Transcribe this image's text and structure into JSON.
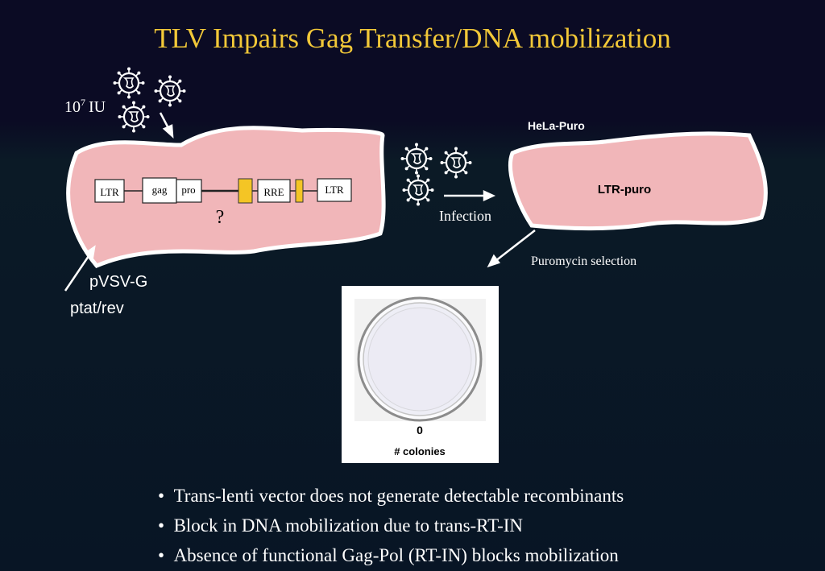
{
  "title": "TLV Impairs Gag Transfer/DNA mobilization",
  "dose": {
    "base": "10",
    "exp": "7",
    "unit": "IU"
  },
  "producer": {
    "construct": [
      "LTR",
      "gag",
      "pro",
      "RRE",
      "LTR"
    ],
    "question": "?",
    "plasmid_1": "pVSV-G",
    "plasmid_2": "ptat/rev"
  },
  "infection_label": "Infection",
  "target": {
    "cell_line": "HeLa-Puro",
    "label": "LTR-puro"
  },
  "selection_label": "Puromycin selection",
  "result": {
    "count": "0",
    "label": "# colonies"
  },
  "bullets": [
    "Trans-lenti vector does not generate detectable recombinants",
    "Block in DNA mobilization due to trans-RT-IN",
    "Absence of functional Gag-Pol (RT-IN) blocks mobilization"
  ],
  "colors": {
    "title": "#f2c838",
    "cell": "#f1b6b9",
    "box": "#f4c525"
  }
}
